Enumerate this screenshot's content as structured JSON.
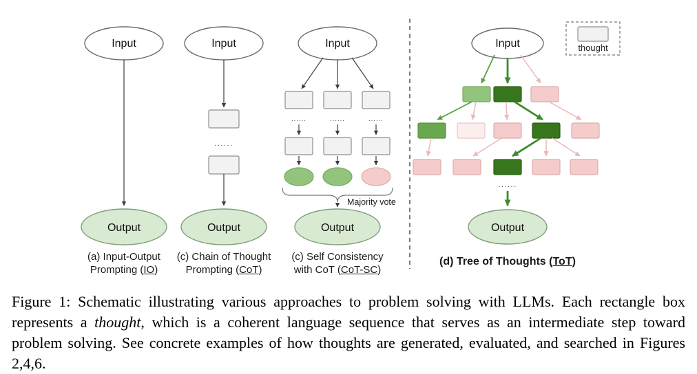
{
  "colors": {
    "output_green": "#d9ead3",
    "gray_box": "#f2f2f2",
    "green_dark": "#38761d",
    "green_mid": "#6aa84f",
    "green_light": "#93c47d",
    "pink": "#f5cccc",
    "pink_faint": "#fdeeee",
    "white": "#ffffff"
  },
  "panel_io": {
    "input": "Input",
    "output": "Output",
    "caption_l1": "(a) Input-Output",
    "caption_l2_pre": "Prompting (",
    "caption_l2_link": "IO",
    "caption_l2_post": ")"
  },
  "panel_cot": {
    "input": "Input",
    "output": "Output",
    "dots": "......",
    "caption_l1": "(c) Chain of Thought",
    "caption_l2_pre": "Prompting (",
    "caption_l2_link": "CoT",
    "caption_l2_post": ")"
  },
  "panel_cotsc": {
    "input": "Input",
    "output": "Output",
    "dots": "......",
    "majority_vote": "Majority vote",
    "caption_l1": "(c) Self Consistency",
    "caption_l2_pre": "with CoT (",
    "caption_l2_link": "CoT-SC",
    "caption_l2_post": ")"
  },
  "panel_tot": {
    "input": "Input",
    "output": "Output",
    "dots": "......",
    "legend_label": "thought",
    "caption_pre": "(d) Tree of Thoughts (",
    "caption_link": "ToT",
    "caption_post": ")",
    "tree_levels": [
      [
        "green_light",
        "green_dark",
        "pink"
      ],
      [
        "green_mid",
        "pink_faint",
        "pink",
        "green_dark",
        "pink"
      ],
      [
        "pink",
        "pink",
        "green_dark",
        "pink",
        "pink"
      ]
    ]
  },
  "caption": {
    "part1": "Figure 1: Schematic illustrating various approaches to problem solving with LLMs. Each rectangle box represents a ",
    "italic_word": "thought",
    "part2": ", which is a coherent language sequence that serves as an intermediate step toward problem solving. See concrete examples of how thoughts are generated, evaluated, and searched in Figures 2,4,6."
  }
}
